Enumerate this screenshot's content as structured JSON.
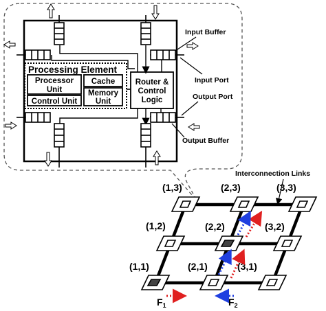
{
  "router": {
    "processing_element": "Processing Element",
    "processor_unit": [
      "Processor",
      "Unit"
    ],
    "cache": "Cache",
    "control_unit": "Control Unit",
    "memory_unit": [
      "Memory",
      "Unit"
    ],
    "router_logic": [
      "Router &",
      "Control",
      "Logic"
    ]
  },
  "callouts": {
    "input_buffer": "Input Buffer",
    "input_port": "Input Port",
    "output_port": "Output Port",
    "output_buffer": "Output Buffer",
    "links": "Interconnection Links"
  },
  "mesh": {
    "nodes": [
      "(1,1)",
      "(2,1)",
      "(3,1)",
      "(1,2)",
      "(2,2)",
      "(3,2)",
      "(1,3)",
      "(2,3)",
      "(3,3)"
    ],
    "flows": [
      {
        "letter": "F",
        "sub": "1",
        "color": "#e02020"
      },
      {
        "letter": "F",
        "sub": "2",
        "color": "#1f3fe0"
      }
    ]
  }
}
